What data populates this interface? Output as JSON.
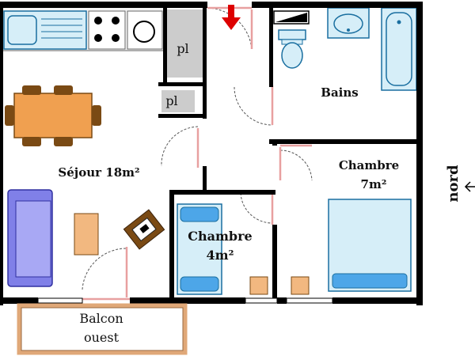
{
  "rooms": {
    "sejour": "Séjour 18m²",
    "bains": "Bains",
    "chambre_large_name": "Chambre",
    "chambre_large_area": "7m²",
    "chambre_small_name": "Chambre",
    "chambre_small_area": "4m²",
    "balcon_name": "Balcon",
    "balcon_orientation": "ouest",
    "placard_1": "pl",
    "placard_2": "pl"
  },
  "compass": {
    "label": "nord"
  },
  "colors": {
    "wall": "#000000",
    "furniture_fill": "#d6eef8",
    "furniture_stroke": "#1a6fa0",
    "table": "#f0a050",
    "chair": "#7a4a14",
    "sofa": "#8080e8",
    "bed_frame": "#d6eef8",
    "pillow": "#4da6e8",
    "nightstand": "#f2b880",
    "door_arc": "#555555",
    "door_frame": "#e8a0a0",
    "entry_arrow": "#dd0000",
    "placard_fill": "#cccccc",
    "balcony_rail": "#f2b880"
  }
}
